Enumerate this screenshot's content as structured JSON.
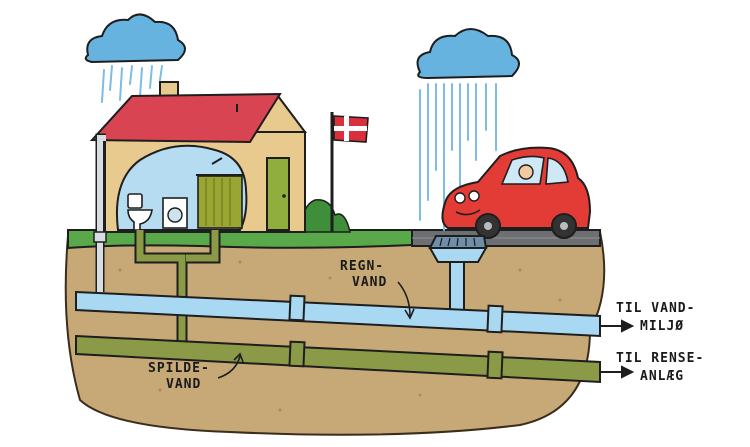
{
  "labels": {
    "rain_water_line1": "REGN-",
    "rain_water_line2": "VAND",
    "waste_water_line1": "SPILDE-",
    "waste_water_line2": "VAND",
    "to_environment_line1": "TIL VAND-",
    "to_environment_line2": "MILJØ",
    "to_treatment_line1": "TIL RENSE-",
    "to_treatment_line2": "ANLÆG"
  },
  "colors": {
    "sky_clouds": "#66b3e0",
    "rain": "#7dbde3",
    "roof": "#d94452",
    "house_wall": "#e8c98e",
    "window_blue": "#b6dcf2",
    "grass": "#59a84a",
    "soil": "#c7a977",
    "road": "#6d6f73",
    "car": "#e33b36",
    "rain_pipe": "#a9d9f2",
    "waste_pipe": "#8a9a46",
    "flag_red": "#d9303c"
  },
  "icons": [
    "cloud-icon",
    "toilet-icon",
    "washing-machine-icon",
    "shower-icon",
    "flag-icon",
    "car-icon",
    "drain-grate-icon"
  ]
}
